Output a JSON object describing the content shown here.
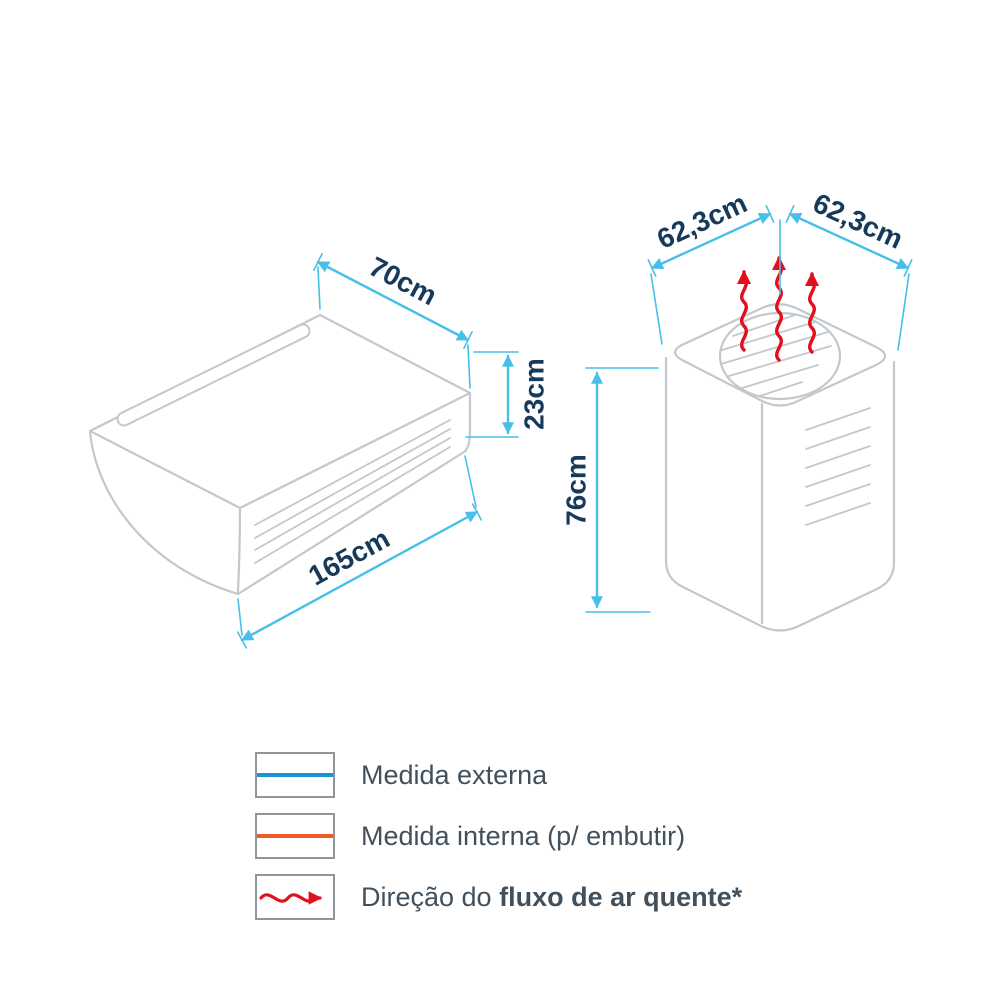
{
  "diagram_labels": {
    "indoor": {
      "width": "70cm",
      "height": "23cm",
      "length": "165cm"
    },
    "outdoor": {
      "depth": "62,3cm",
      "width": "62,3cm",
      "height": "76cm"
    }
  },
  "legend": {
    "external": {
      "label": "Medida externa",
      "color": "#1a96d4"
    },
    "internal": {
      "label": "Medida interna (p/ embutir)",
      "color": "#f05a28"
    },
    "airflow": {
      "prefix": "Direção do ",
      "bold": "fluxo de ar quente*",
      "color": "#e30e1e"
    }
  },
  "colors": {
    "dimension_lines": "#47bfe8",
    "dimension_text": "#17395a",
    "legend_text": "#42505c",
    "line_art": "#c3c8cc"
  }
}
